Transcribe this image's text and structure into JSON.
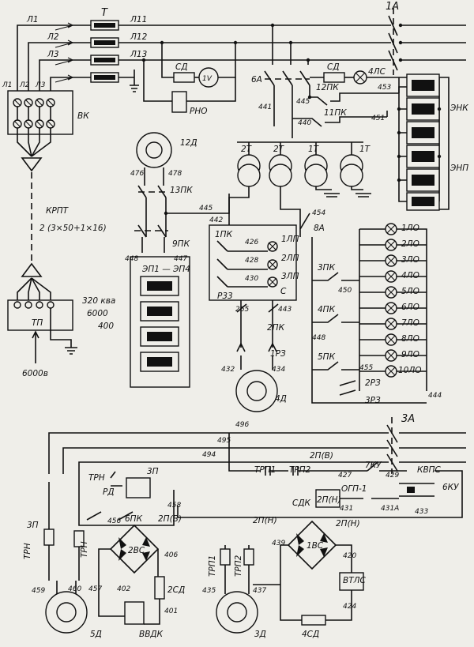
{
  "diagram": {
    "labels": {
      "l1": "Л1",
      "l2": "Л2",
      "l3": "Л3",
      "t": "Т",
      "l11": "Л11",
      "l12": "Л12",
      "l13": "Л13",
      "sd": "СД",
      "volt": "1V",
      "rno": "РНО",
      "a1": "1А",
      "a6": "6А",
      "sd2": "СД",
      "lamp4ls": "4ЛС",
      "pk12": "12ПК",
      "pk11": "11ПК",
      "n441": "441",
      "n445": "445",
      "n440": "440",
      "n453": "453",
      "n451": "451",
      "enk": "ЭНК",
      "enp": "ЭНП",
      "vk": "ВК",
      "vk_l1": "Л1",
      "vk_l2": "Л2",
      "vk_l3": "Л3",
      "d12": "12Д",
      "n476": "476",
      "n478": "478",
      "pk13": "13ПК",
      "t2a": "2Т",
      "t2b": "2Т",
      "t1a": "1Т",
      "t1b": "1Т",
      "n454": "454",
      "a8": "8А",
      "n445b": "445",
      "krpt": "КРПТ",
      "cable": "2 (3×50+1×16)",
      "pk9": "9ПК",
      "n442": "442",
      "n448": "448",
      "n447": "447",
      "ep": "ЭП1 — ЭП4",
      "pk1": "1ПК",
      "n426": "426",
      "lp1": "1ЛП",
      "n428": "428",
      "lp2": "2ЛП",
      "n430": "430",
      "lp3": "3ЛП",
      "r33": "Р33",
      "c": "С",
      "n265": "265",
      "n443": "443",
      "pk2": "2ПК",
      "rz1": "1РЗ",
      "n432": "432",
      "n434": "434",
      "d4": "4Д",
      "tp": "ТП",
      "kva": "320 ква",
      "ratio1": "6000",
      "ratio2": "400",
      "v6000": "6000в",
      "lo1": "1ЛО",
      "lo2": "2ЛО",
      "lo3": "3ЛО",
      "lo4": "4ЛО",
      "lo5": "5ЛО",
      "lo6": "6ЛО",
      "lo7": "7ЛО",
      "lo8": "8ЛО",
      "lo9": "9ЛО",
      "lo10": "10ЛО",
      "pk3": "3ПК",
      "n450": "450",
      "pk4": "4ПК",
      "n448b": "448",
      "pk5": "5ПК",
      "n455": "455",
      "rz2": "2РЗ",
      "rz3": "3РЗ",
      "n444": "444",
      "n496": "496",
      "a3": "3А",
      "n495": "495",
      "n494": "494",
      "p2v": "2П(В)",
      "trp1": "ТРП1",
      "trp2": "ТРП2",
      "n427": "427",
      "ku7": "7КУ",
      "n429": "429",
      "kvps": "КВПС",
      "ku6": "6КУ",
      "ogp1": "ОГП-1",
      "sdk": "СДК",
      "p2n_box": "2П(Н)",
      "n431": "431",
      "n431a": "431А",
      "n433": "433",
      "trn": "ТРН",
      "rd": "РД",
      "p3": "3П",
      "pk6": "6ПК",
      "p2v2": "2П(В)",
      "n456": "456",
      "n458": "458",
      "p2n": "2П(Н)",
      "p2n2": "2П(Н)",
      "p3b": "3П",
      "trn2": "ТРН",
      "trn3": "ТРН",
      "vs2": "2ВС",
      "n406": "406",
      "n459": "459",
      "n460": "460",
      "n457": "457",
      "n402": "402",
      "sd2c": "2СД",
      "n401": "401",
      "d5": "5Д",
      "vvdk": "ВВДК",
      "trp1b": "ТРП1",
      "trp2b": "ТРП2",
      "n435": "435",
      "n437": "437",
      "d3": "3Д",
      "vs1": "1ВС",
      "n439": "439",
      "n420": "420",
      "vtls": "ВТЛС",
      "n424": "424",
      "sd4": "4СД"
    }
  }
}
